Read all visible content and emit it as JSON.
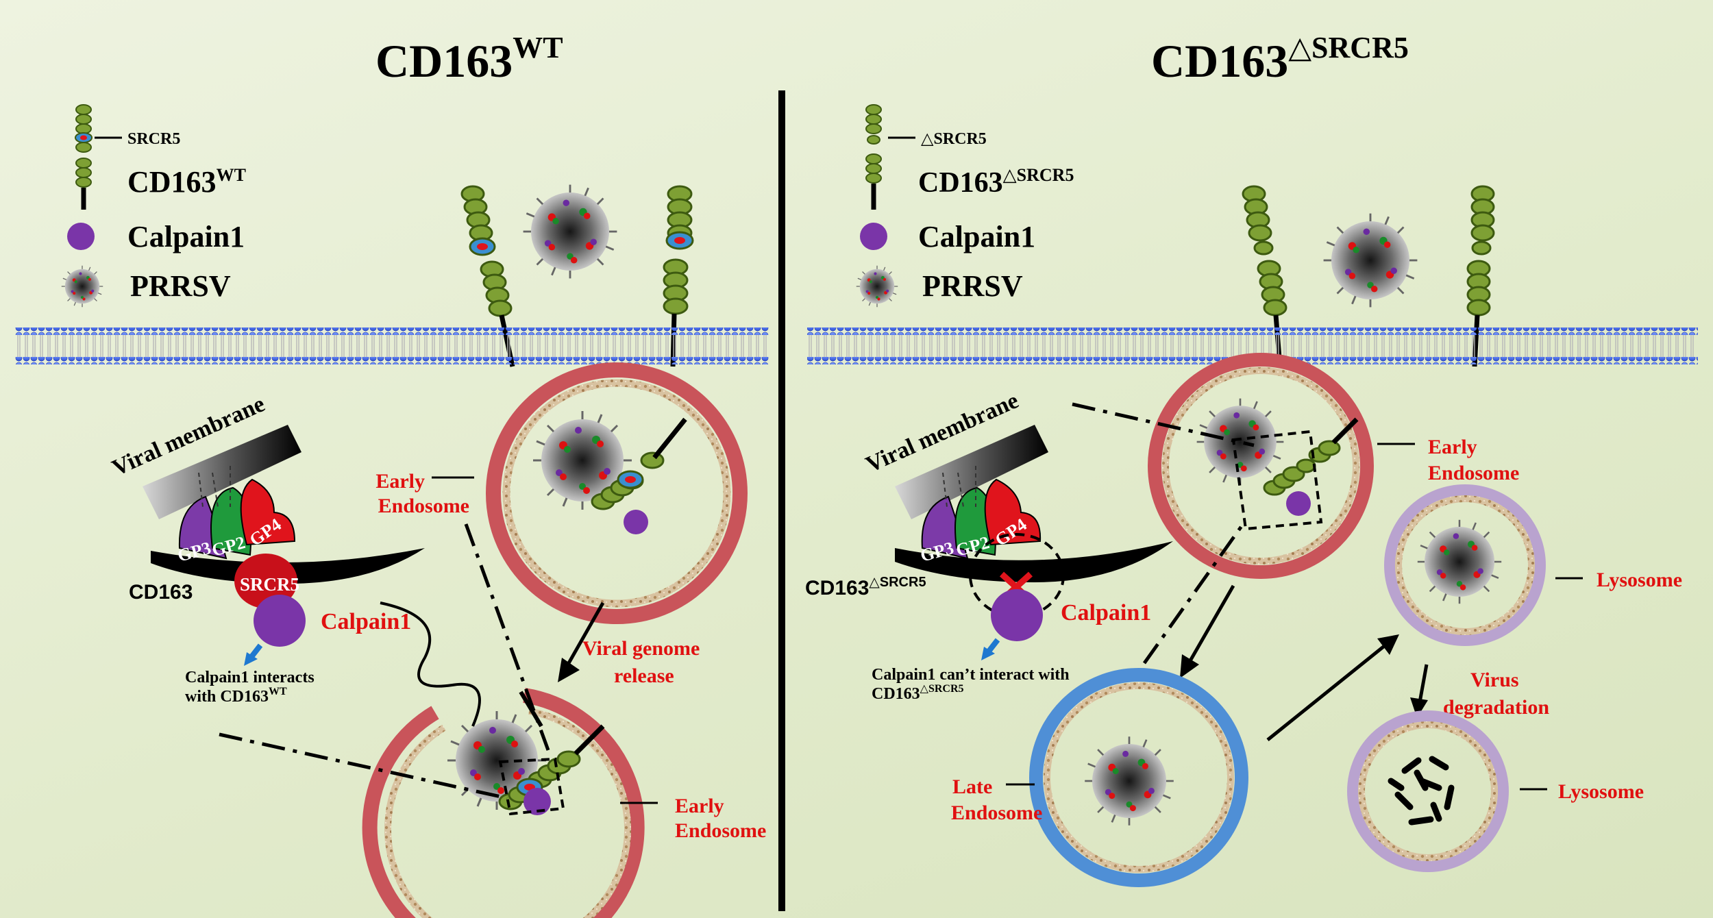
{
  "left_panel": {
    "title_main": "CD163",
    "title_sup": "WT",
    "legend": {
      "srcr5_label": "SRCR5",
      "receptor_main": "CD163",
      "receptor_sup": "WT",
      "calpain_label": "Calpain1",
      "virus_label": "PRRSV"
    },
    "diagram": {
      "viral_membrane": "Viral membrane",
      "gp3": "GP3",
      "gp2": "GP2",
      "gp4": "GP4",
      "srcr5": "SRCR5",
      "cd163": "CD163",
      "calpain": "Calpain1",
      "note_line1": "Calpain1 interacts",
      "note_line2_main": "with CD163",
      "note_line2_sup": "WT",
      "early_endosome_1_line1": "Early",
      "early_endosome_1_line2": "Endosome",
      "viral_genome_line1": "Viral genome",
      "viral_genome_line2": "release",
      "early_endosome_2_line1": "Early",
      "early_endosome_2_line2": "Endosome"
    }
  },
  "right_panel": {
    "title_main": "CD163",
    "title_sup": "△SRCR5",
    "legend": {
      "dsrcr5_label": "△SRCR5",
      "receptor_main": "CD163",
      "receptor_sup": "△SRCR5",
      "calpain_label": "Calpain1",
      "virus_label": "PRRSV"
    },
    "diagram": {
      "viral_membrane": "Viral membrane",
      "gp3": "GP3",
      "gp2": "GP2",
      "gp4": "GP4",
      "cd163_main": "CD163",
      "cd163_sup": "△SRCR5",
      "calpain": "Calpain1",
      "note_line1": "Calpain1 can’t interact  with",
      "note_line2_main": "CD163",
      "note_line2_sup": "△SRCR5",
      "early_endosome_line1": "Early",
      "early_endosome_line2": "Endosome",
      "lysosome_1": "Lysosome",
      "virus_degradation_line1": "Virus",
      "virus_degradation_line2": "degradation",
      "lysosome_2": "Lysosome",
      "late_endosome_line1": "Late",
      "late_endosome_line2": "Endosome"
    }
  },
  "colors": {
    "label_red": "#e01010",
    "receptor_green": "#7ea034",
    "calpain_purple": "#7a35a8",
    "endosome_red": "#c9545a",
    "late_endosome_blue": "#4f8fd6",
    "lysosome_lilac": "#b9a3cf",
    "membrane_blue": "#3b5bd9",
    "gp3_purple": "#7c3aa8",
    "gp2_green": "#1f9a3c",
    "gp4_red": "#e0141c"
  }
}
